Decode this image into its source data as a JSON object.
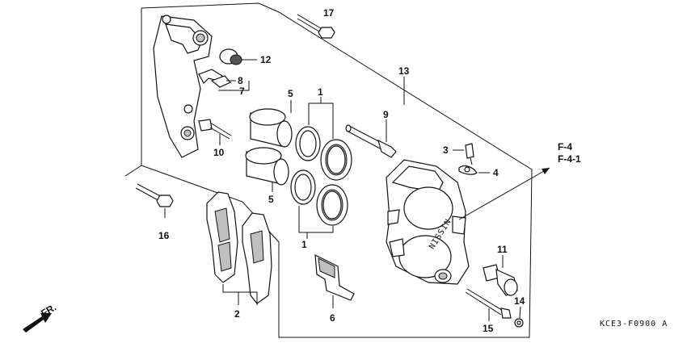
{
  "callouts": {
    "p1_top": "1",
    "p1_bot": "1",
    "p2": "2",
    "p3": "3",
    "p4": "4",
    "p5_top": "5",
    "p5_bot": "5",
    "p6": "6",
    "p7": "7",
    "p8": "8",
    "p9": "9",
    "p10": "10",
    "p11": "11",
    "p12": "12",
    "p13": "13",
    "p14": "14",
    "p15": "15",
    "p16": "16",
    "p17": "17"
  },
  "refs": {
    "r1": "F-4",
    "r2": "F-4-1"
  },
  "direction_label": "FR.",
  "caliper_brand": "NISSIN",
  "diagram_code": "KCE3-F0900 A"
}
